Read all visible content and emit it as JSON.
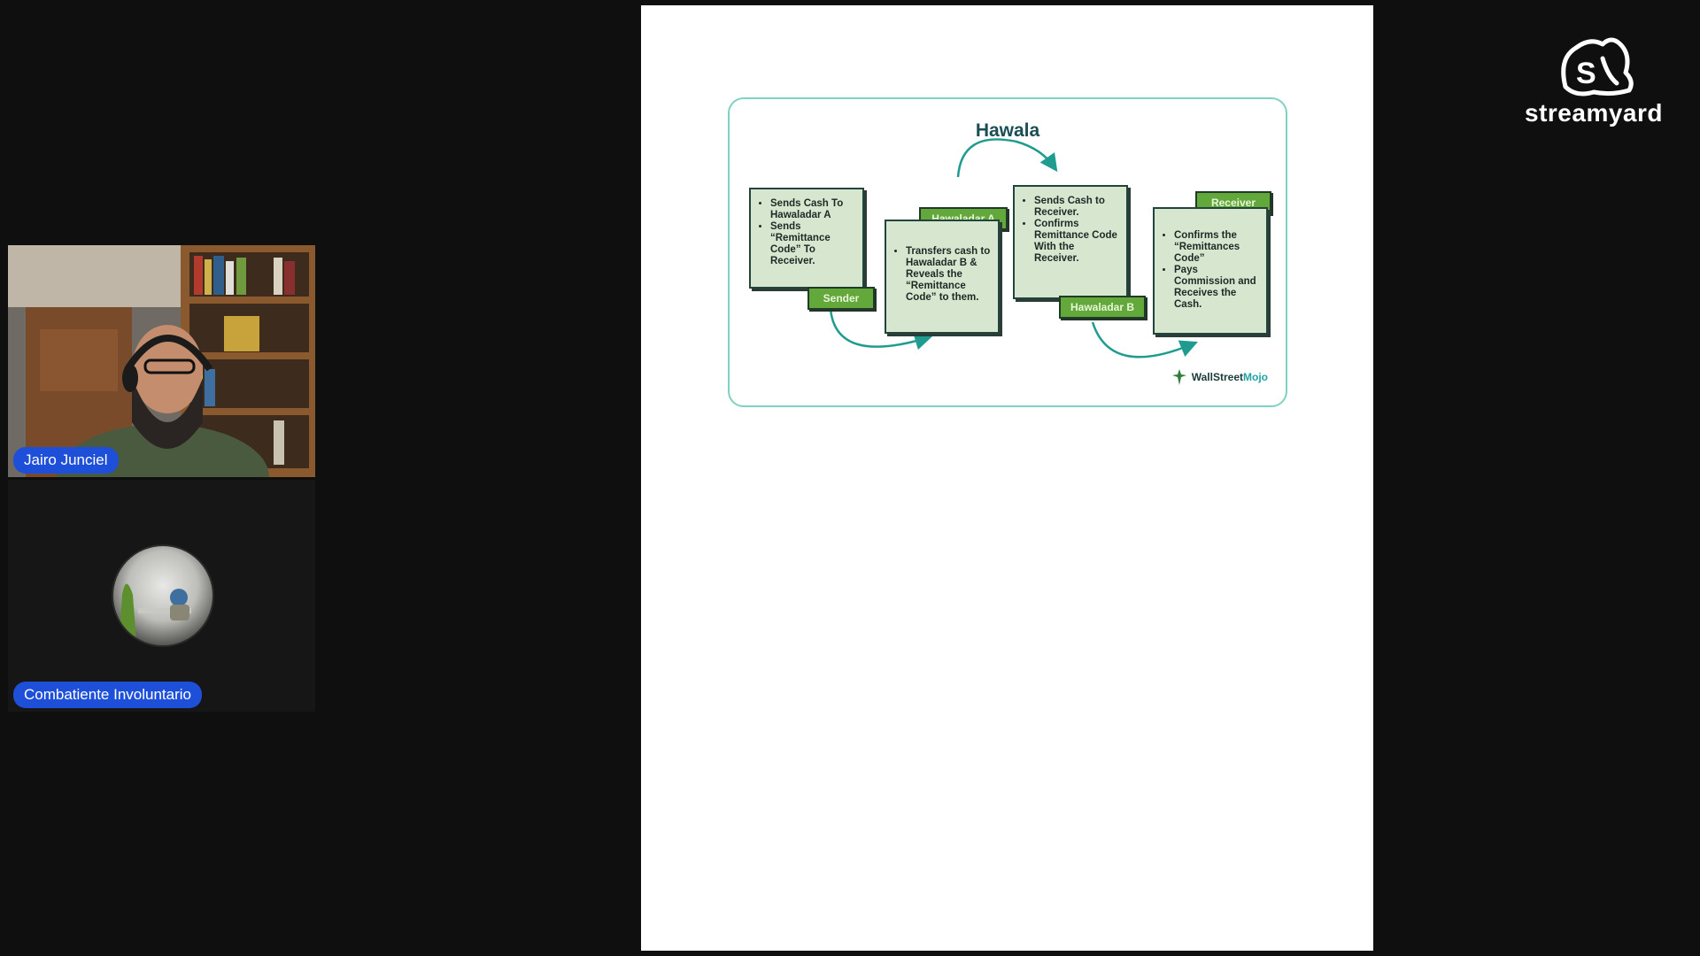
{
  "participants": [
    {
      "name": "Jairo Junciel"
    },
    {
      "name": "Combatiente Involuntario"
    }
  ],
  "brand": {
    "name": "streamyard"
  },
  "slide": {
    "title": "Hawala",
    "sender": {
      "role": "Sender",
      "bullets": [
        "Sends Cash To Hawaladar A",
        "Sends “Remittance Code” To Receiver."
      ]
    },
    "hawaladar_a": {
      "role": "Hawaladar A",
      "bullets": [
        "Transfers cash to Hawaladar B & Reveals the “Remittance Code” to them."
      ]
    },
    "hawaladar_b": {
      "role": "Hawaladar B",
      "bullets": [
        "Sends Cash to Receiver.",
        "Confirms Remittance Code With the Receiver."
      ]
    },
    "receiver": {
      "role": "Receiver",
      "bullets": [
        "Confirms the “Remittances Code”",
        "Pays Commission and Receives the Cash."
      ]
    },
    "source_logo": {
      "part1": "WallStreet",
      "part2": "Mojo"
    }
  }
}
